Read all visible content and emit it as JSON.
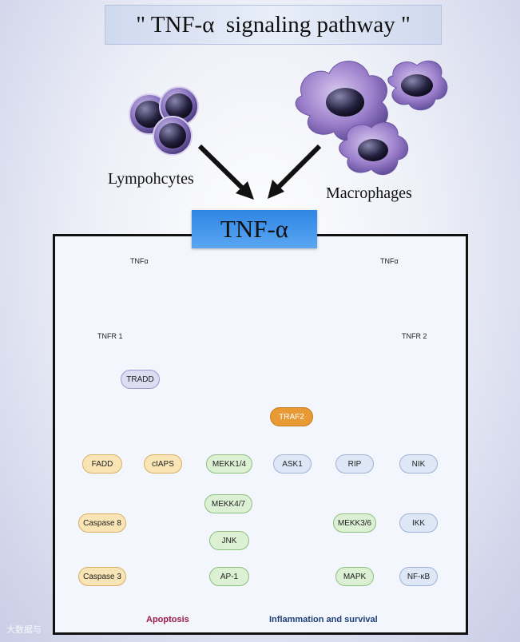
{
  "title": "\" TNF-α  signaling pathway \"",
  "cells": {
    "lymphocytes": "Lympohcytes",
    "macrophages": "Macrophages"
  },
  "banner": "TNF-α",
  "receptors": {
    "left_ligand": "TNFα",
    "right_ligand": "TNFα",
    "tnfr1": "TNFR 1",
    "tnfr2": "TNFR 2"
  },
  "nodes": {
    "tradd": "TRADD",
    "traf2": "TRAF2",
    "fadd": "FADD",
    "ciaps": "cIAPS",
    "mekk14": "MEKK1/4",
    "ask1": "ASK1",
    "rip": "RIP",
    "nik": "NIK",
    "caspase8": "Caspase 8",
    "mekk47": "MEKK4/7",
    "mekk36": "MEKK3/6",
    "ikk": "IKK",
    "jnk": "JNK",
    "caspase3": "Caspase 3",
    "ap1": "AP-1",
    "mapk": "MAPK",
    "nfkb": "NF-κB"
  },
  "outcomes": {
    "apoptosis": "Apoptosis",
    "inflammation": "Inflammation and survival"
  },
  "colors": {
    "apoptosis": "#9b1c4a",
    "inflammation": "#1d3f78",
    "banner": "#3a8ee8",
    "traf2": "#e89a35"
  },
  "watermark": "大数据与"
}
